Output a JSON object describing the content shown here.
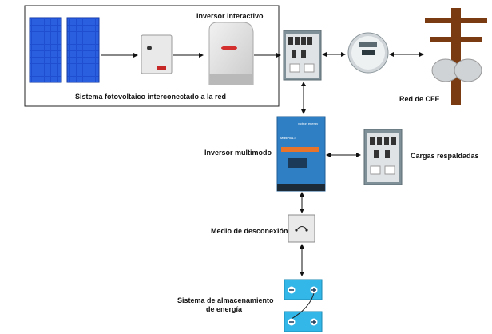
{
  "labels": {
    "pv_system": "Sistema fotovoltaico interconectado a la red",
    "inverter_interactive": "Inversor interactivo",
    "grid": "Red de CFE",
    "multimode_inverter": "Inversor multimodo",
    "backed_loads": "Cargas respaldadas",
    "disconnect": "Medio de desconexión",
    "storage_line1": "Sistema de almacenamiento",
    "storage_line2": "de energía"
  },
  "device_text": {
    "inverter_brand": "victron energy",
    "inverter_model": "MultiPlus-II"
  },
  "colors": {
    "panel_blue": "#1f4fd0",
    "inverter_blue": "#2f7fc4",
    "inverter_accent": "#e8732a",
    "battery_blue": "#33b6e8",
    "pole_brown": "#7a3b12",
    "cabinet_gray": "#7f9099"
  }
}
